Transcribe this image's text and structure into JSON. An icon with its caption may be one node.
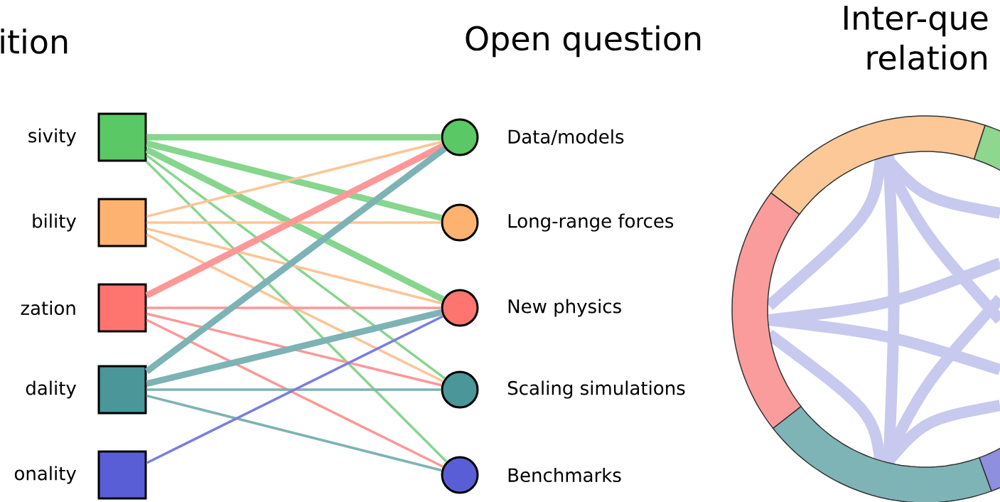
{
  "diagram": {
    "nodes": [
      {
        "text": [],
        "shape": "box",
        "beside": [
          "sivity"
        ]
      },
      {
        "text": [],
        "shape": "box",
        "beside": [
          "bility"
        ]
      },
      {
        "text": [],
        "shape": "box",
        "beside": [
          "zation"
        ]
      },
      {
        "text": [],
        "shape": "box",
        "beside": [
          "dality"
        ]
      },
      {
        "text": [],
        "shape": "box",
        "beside": [
          "onality"
        ]
      },
      {
        "text": [],
        "shape": "circle",
        "beside": [
          "Data/models"
        ]
      },
      {
        "text": [],
        "shape": "circle",
        "beside": [
          "Long-range forces"
        ]
      },
      {
        "text": [],
        "shape": "circle",
        "beside": [
          "New physics"
        ]
      },
      {
        "text": [],
        "shape": "circle",
        "beside": [
          "Scaling simulations"
        ]
      },
      {
        "text": [],
        "shape": "circle",
        "beside": [
          "Benchmarks"
        ]
      }
    ],
    "edges": [
      {
        "from": 0,
        "to": 5,
        "arrow": "none",
        "style": "thick",
        "color": "#86d68d"
      },
      {
        "from": 0,
        "to": 6,
        "arrow": "none",
        "style": "thick",
        "color": "#86d68d"
      },
      {
        "from": 0,
        "to": 7,
        "arrow": "none",
        "style": "thick",
        "color": "#86d68d"
      },
      {
        "from": 0,
        "to": 8,
        "arrow": "none",
        "color": "#86d68d"
      },
      {
        "from": 0,
        "to": 9,
        "arrow": "none",
        "color": "#86d68d"
      },
      {
        "from": 1,
        "to": 5,
        "arrow": "none",
        "color": "#fdc597"
      },
      {
        "from": 1,
        "to": 6,
        "arrow": "none",
        "color": "#fdc597"
      },
      {
        "from": 1,
        "to": 7,
        "arrow": "none",
        "color": "#fdc597"
      },
      {
        "from": 1,
        "to": 8,
        "arrow": "none",
        "color": "#fdc597"
      },
      {
        "from": 2,
        "to": 5,
        "arrow": "none",
        "style": "thick",
        "color": "#fe9898"
      },
      {
        "from": 2,
        "to": 7,
        "arrow": "none",
        "color": "#fe9898"
      },
      {
        "from": 2,
        "to": 8,
        "arrow": "none",
        "color": "#fe9898"
      },
      {
        "from": 2,
        "to": 9,
        "arrow": "none",
        "color": "#fe9898"
      },
      {
        "from": 3,
        "to": 5,
        "arrow": "none",
        "style": "thick",
        "color": "#7db3b5"
      },
      {
        "from": 3,
        "to": 7,
        "arrow": "none",
        "style": "thick",
        "color": "#7db3b5"
      },
      {
        "from": 3,
        "to": 8,
        "arrow": "none",
        "color": "#7db3b5"
      },
      {
        "from": 3,
        "to": 9,
        "arrow": "none",
        "color": "#7db3b5"
      },
      {
        "from": 4,
        "to": 7,
        "arrow": "none",
        "color": "#7a7ee0"
      }
    ],
    "labels": [
      "ition",
      "Open question",
      "Inter-que relation"
    ]
  }
}
